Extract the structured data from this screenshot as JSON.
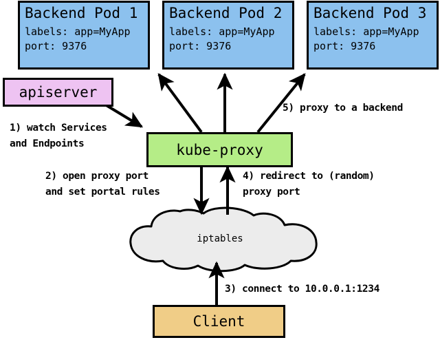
{
  "diagram": {
    "title": "kube-proxy iptables service proxy flow",
    "colors": {
      "pod_fill": "#8cc1ee",
      "apiserver_fill": "#eec3f2",
      "kube_proxy_fill": "#b5ed87",
      "client_fill": "#f0cd87",
      "cloud_fill": "#ececec",
      "stroke": "#000000",
      "background": "#ffffff"
    },
    "pods": [
      {
        "title": "Backend Pod 1",
        "labels_line": "labels: app=MyApp",
        "port_line": "port: 9376"
      },
      {
        "title": "Backend Pod 2",
        "labels_line": "labels: app=MyApp",
        "port_line": "port: 9376"
      },
      {
        "title": "Backend Pod 3",
        "labels_line": "labels: app=MyApp",
        "port_line": "port: 9376"
      }
    ],
    "apiserver": {
      "label": "apiserver"
    },
    "kube_proxy": {
      "label": "kube-proxy"
    },
    "iptables": {
      "label": "iptables"
    },
    "client": {
      "label": "Client"
    },
    "steps": [
      {
        "id": "step-1",
        "line1": "1) watch Services",
        "line2": "and Endpoints"
      },
      {
        "id": "step-2",
        "line1": "2) open proxy port",
        "line2": "and set portal rules"
      },
      {
        "id": "step-3",
        "line1": "3) connect to 10.0.0.1:1234",
        "line2": ""
      },
      {
        "id": "step-4",
        "line1": "4) redirect to (random)",
        "line2": "proxy port"
      },
      {
        "id": "step-5",
        "line1": "5) proxy to a backend",
        "line2": ""
      }
    ]
  }
}
